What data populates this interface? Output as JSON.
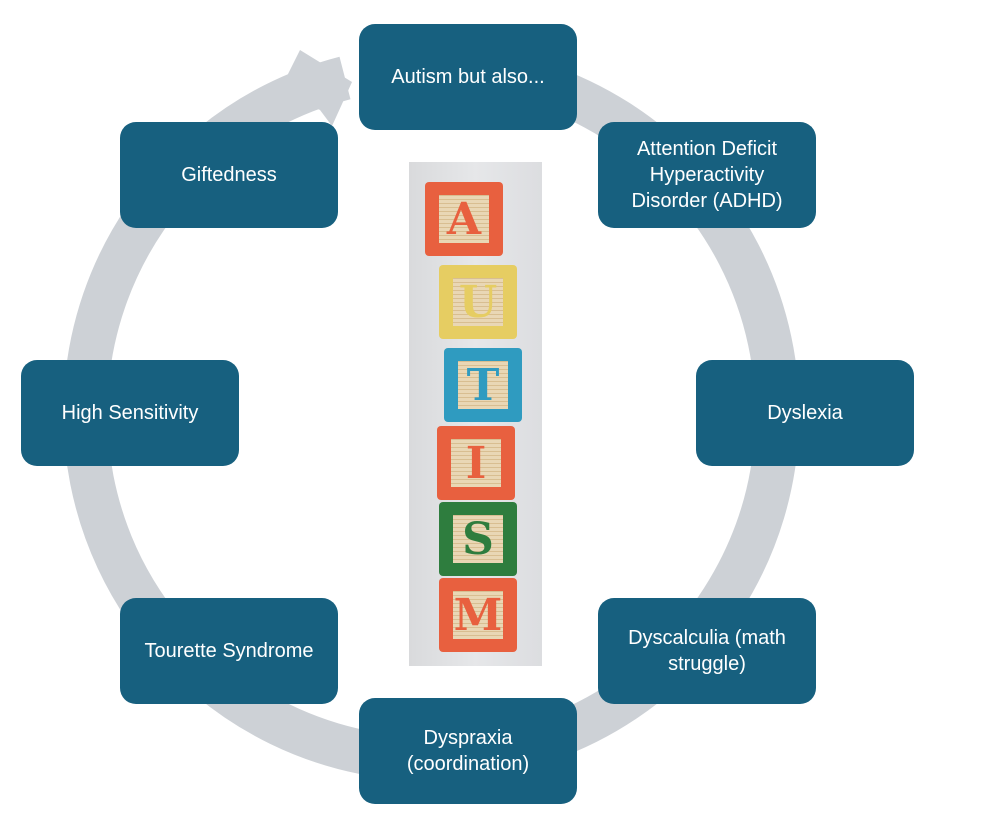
{
  "diagram": {
    "type": "cycle",
    "center_image": {
      "description": "Stack of wooden alphabet blocks spelling AUTISM",
      "letters": [
        {
          "letter": "A",
          "color": "#E8603F"
        },
        {
          "letter": "U",
          "color": "#E6CD62"
        },
        {
          "letter": "T",
          "color": "#2F9BC0"
        },
        {
          "letter": "I",
          "color": "#E8603F"
        },
        {
          "letter": "S",
          "color": "#2E7D3E"
        },
        {
          "letter": "M",
          "color": "#E8603F"
        }
      ]
    },
    "nodes": [
      {
        "id": "autism",
        "label": "Autism but also..."
      },
      {
        "id": "adhd",
        "label": "Attention Deficit Hyperactivity Disorder (ADHD)"
      },
      {
        "id": "dyslexia",
        "label": "Dyslexia"
      },
      {
        "id": "dyscalculia",
        "label": "Dyscalculia (math struggle)"
      },
      {
        "id": "dyspraxia",
        "label": "Dyspraxia (coordination)"
      },
      {
        "id": "tourette",
        "label": "Tourette Syndrome"
      },
      {
        "id": "high-sensitivity",
        "label": "High Sensitivity"
      },
      {
        "id": "giftedness",
        "label": "Giftedness"
      }
    ],
    "colors": {
      "node": "#17607F",
      "node_text": "#FFFFFF",
      "ring": "#CDD1D6"
    }
  }
}
